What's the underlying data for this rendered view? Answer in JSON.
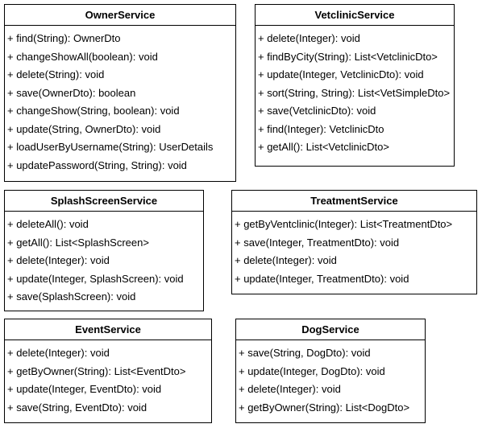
{
  "diagram": {
    "classes": [
      {
        "name": "OwnerService",
        "methods": [
          "+ find(String): OwnerDto",
          "+ changeShowAll(boolean): void",
          "+ delete(String): void",
          "+ save(OwnerDto): boolean",
          "+ changeShow(String, boolean): void",
          "+ update(String, OwnerDto): void",
          "+ loadUserByUsername(String): UserDetails",
          "+ updatePassword(String, String): void"
        ]
      },
      {
        "name": "VetclinicService",
        "methods": [
          "+ delete(Integer): void",
          "+ findByCity(String): List<VetclinicDto>",
          "+ update(Integer, VetclinicDto): void",
          "+ sort(String, String): List<VetSimpleDto>",
          "+ save(VetclinicDto): void",
          "+ find(Integer): VetclinicDto",
          "+ getAll(): List<VetclinicDto>"
        ]
      },
      {
        "name": "SplashScreenService",
        "methods": [
          "+ deleteAll(): void",
          "+ getAll(): List<SplashScreen>",
          "+ delete(Integer): void",
          "+ update(Integer, SplashScreen): void",
          "+ save(SplashScreen): void"
        ]
      },
      {
        "name": "TreatmentService",
        "methods": [
          "+ getByVentclinic(Integer): List<TreatmentDto>",
          "+ save(Integer, TreatmentDto): void",
          "+ delete(Integer): void",
          "+ update(Integer, TreatmentDto): void"
        ]
      },
      {
        "name": "EventService",
        "methods": [
          "+ delete(Integer): void",
          "+ getByOwner(String): List<EventDto>",
          "+ update(Integer, EventDto): void",
          "+ save(String, EventDto): void"
        ]
      },
      {
        "name": "DogService",
        "methods": [
          "+ save(String, DogDto): void",
          "+ update(Integer, DogDto): void",
          "+ delete(Integer): void",
          "+ getByOwner(String): List<DogDto>"
        ]
      }
    ]
  }
}
